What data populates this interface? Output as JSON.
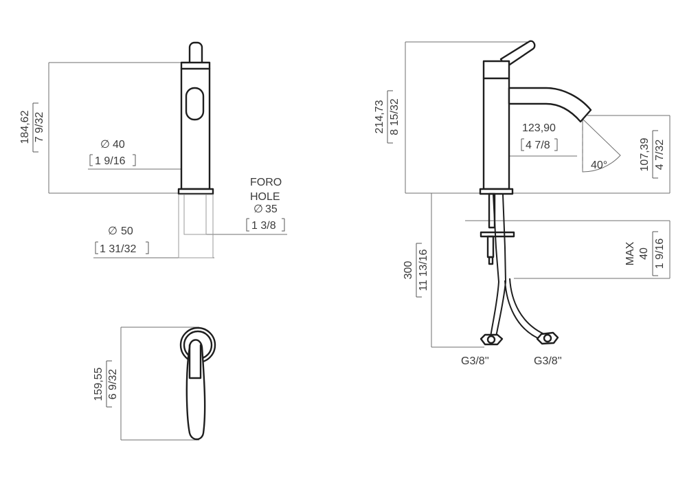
{
  "front_view": {
    "height_mm": "184,62",
    "height_in": "7 9/32",
    "body_dia_mm": "40",
    "body_dia_in": "1 9/16",
    "base_dia_mm": "50",
    "base_dia_in": "1 31/32",
    "hole_label_it": "FORO",
    "hole_label_en": "HOLE",
    "hole_dia_mm": "35",
    "hole_dia_in": "1 3/8",
    "diameter_symbol": "∅"
  },
  "top_view": {
    "depth_mm": "159,55",
    "depth_in": "6 9/32"
  },
  "side_view": {
    "height_mm": "214,73",
    "height_in": "8 15/32",
    "reach_mm": "123,90",
    "reach_in": "4 7/8",
    "spout_height_mm": "107,39",
    "spout_height_in": "4 7/32",
    "angle": "40°",
    "max_label": "MAX",
    "max_deck_mm": "40",
    "max_deck_in": "1 9/16",
    "hose_length_mm": "300",
    "hose_length_in": "11 13/16",
    "connection_left": "G3/8''",
    "connection_right": "G3/8''"
  }
}
